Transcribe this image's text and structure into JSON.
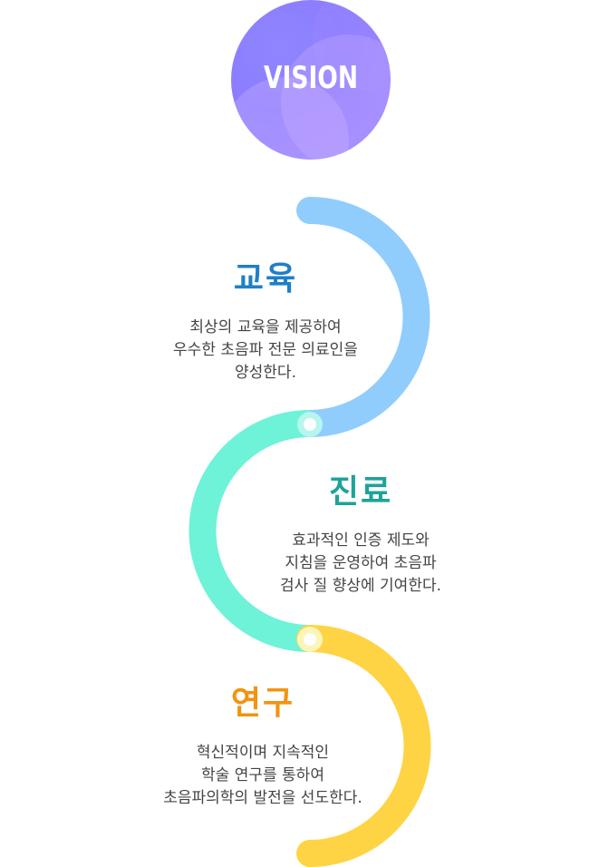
{
  "vision": {
    "label": "VISION"
  },
  "sections": [
    {
      "title": "교육",
      "color": "#1f7fc8",
      "lines": [
        "최상의 교육을 제공하여",
        "우수한 초음파 전문 의료인을",
        "양성한다."
      ]
    },
    {
      "title": "진료",
      "color": "#1ea399",
      "lines": [
        "효과적인 인증 제도와",
        "지침을 운영하여 초음파",
        "검사 질 향상에 기여한다."
      ]
    },
    {
      "title": "연구",
      "color": "#f29311",
      "lines": [
        "혁신적이며 지속적인",
        "학술 연구를 통하여",
        "초음파의학의 발전을 선도한다."
      ]
    }
  ],
  "colors": {
    "arc_blue": "#90cdfc",
    "arc_teal": "#6ef2d8",
    "arc_yellow": "#ffd444",
    "vision_purple": "#8f86ff"
  }
}
